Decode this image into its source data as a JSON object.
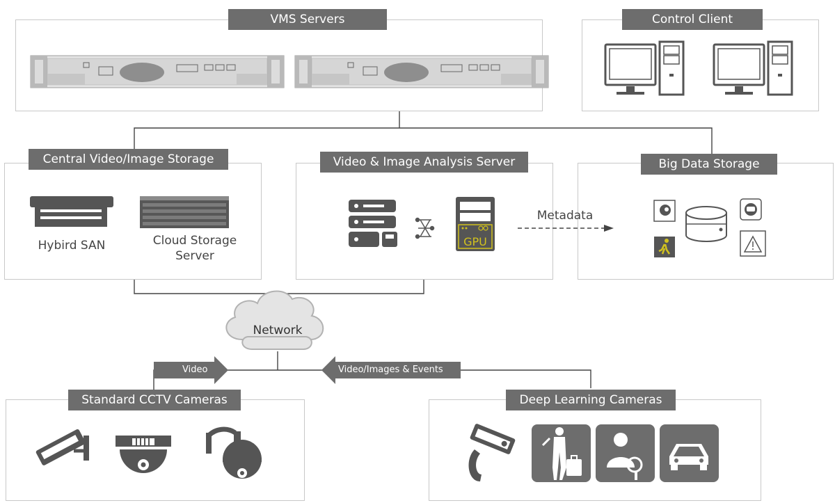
{
  "vms": {
    "title": "VMS Servers"
  },
  "control": {
    "title": "Control Client"
  },
  "storage": {
    "title": "Central Video/Image Storage",
    "hybrid_label": "Hybird SAN",
    "cloud_label_1": "Cloud Storage",
    "cloud_label_2": "Server"
  },
  "analysis": {
    "title": "Video & Image Analysis Server",
    "gpu_label": "GPU"
  },
  "bigdata": {
    "title": "Big Data Storage"
  },
  "metadata_label": "Metadata",
  "network_label": "Network",
  "video_label": "Video",
  "events_label": "Video/Images & Events",
  "cctv": {
    "title": "Standard CCTV Cameras"
  },
  "deep": {
    "title": "Deep Learning Cameras"
  },
  "colors": {
    "panel_gray": "#6d6d6d",
    "border": "#c8c8c8",
    "gpu_accent": "#d2c21e"
  }
}
